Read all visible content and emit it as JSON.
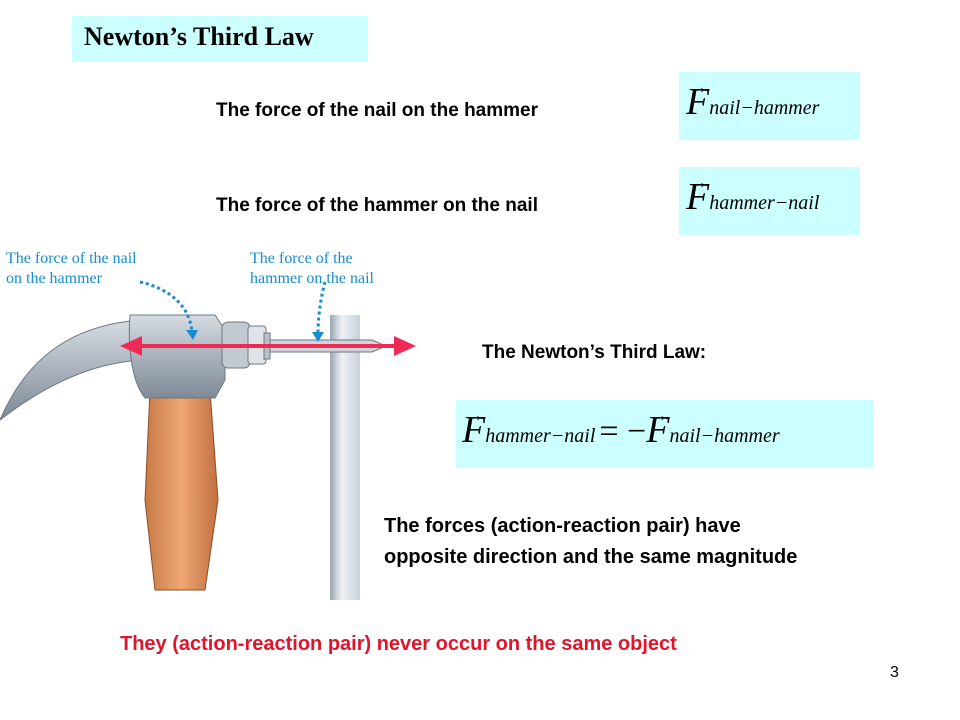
{
  "slide": {
    "title": "Newton’s Third Law",
    "line1": "The force of the nail on the hammer",
    "line2": "The force of the hammer on the nail",
    "law_heading": "The Newton’s Third Law:",
    "summary_line1": "The forces (action-reaction pair) have",
    "summary_line2": "opposite direction and the same magnitude",
    "red_note": "They (action-reaction pair) never occur on the same object",
    "page_number": "3"
  },
  "equations": {
    "f_nail_hammer": {
      "symbol": "F",
      "subscript": "nail−hammer"
    },
    "f_hammer_nail": {
      "symbol": "F",
      "subscript": "hammer−nail"
    },
    "law": {
      "lhs_subscript": "hammer−nail",
      "operator": "= −",
      "rhs_subscript": "nail−hammer"
    }
  },
  "figure": {
    "label_nail_on_hammer_1": "The force of the nail",
    "label_nail_on_hammer_2": "on the hammer",
    "label_hammer_on_nail_1": "The force of the",
    "label_hammer_on_nail_2": "hammer on the nail"
  },
  "colors": {
    "highlight": "#ccffff",
    "red_text": "#e0142a",
    "callout_blue": "#1a8cd0",
    "force_arrow": "#ee2a56"
  }
}
